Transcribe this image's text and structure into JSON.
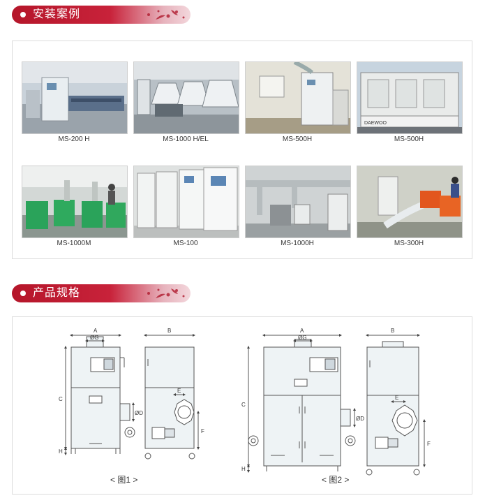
{
  "sections": {
    "cases_title": "安装案例",
    "specs_title": "产品规格"
  },
  "gallery": [
    {
      "caption": "MS-200 H"
    },
    {
      "caption": "MS-1000 H/EL"
    },
    {
      "caption": "MS-500H"
    },
    {
      "caption": "MS-500H"
    },
    {
      "caption": "MS-1000M"
    },
    {
      "caption": "MS-100"
    },
    {
      "caption": "MS-1000H"
    },
    {
      "caption": "MS-300H"
    }
  ],
  "photo_text": {
    "truck_brand": "DAEWOO"
  },
  "figures": {
    "fig1_caption": "< 图1 >",
    "fig2_caption": "< 图2 >"
  },
  "dims": {
    "A": "A",
    "B": "B",
    "C": "C",
    "D": "ØD",
    "E": "E",
    "F": "F",
    "G": "ØG",
    "H": "H"
  },
  "colors": {
    "accent": "#c8223a",
    "machine_body": "#eef3f5",
    "line": "#555555"
  }
}
